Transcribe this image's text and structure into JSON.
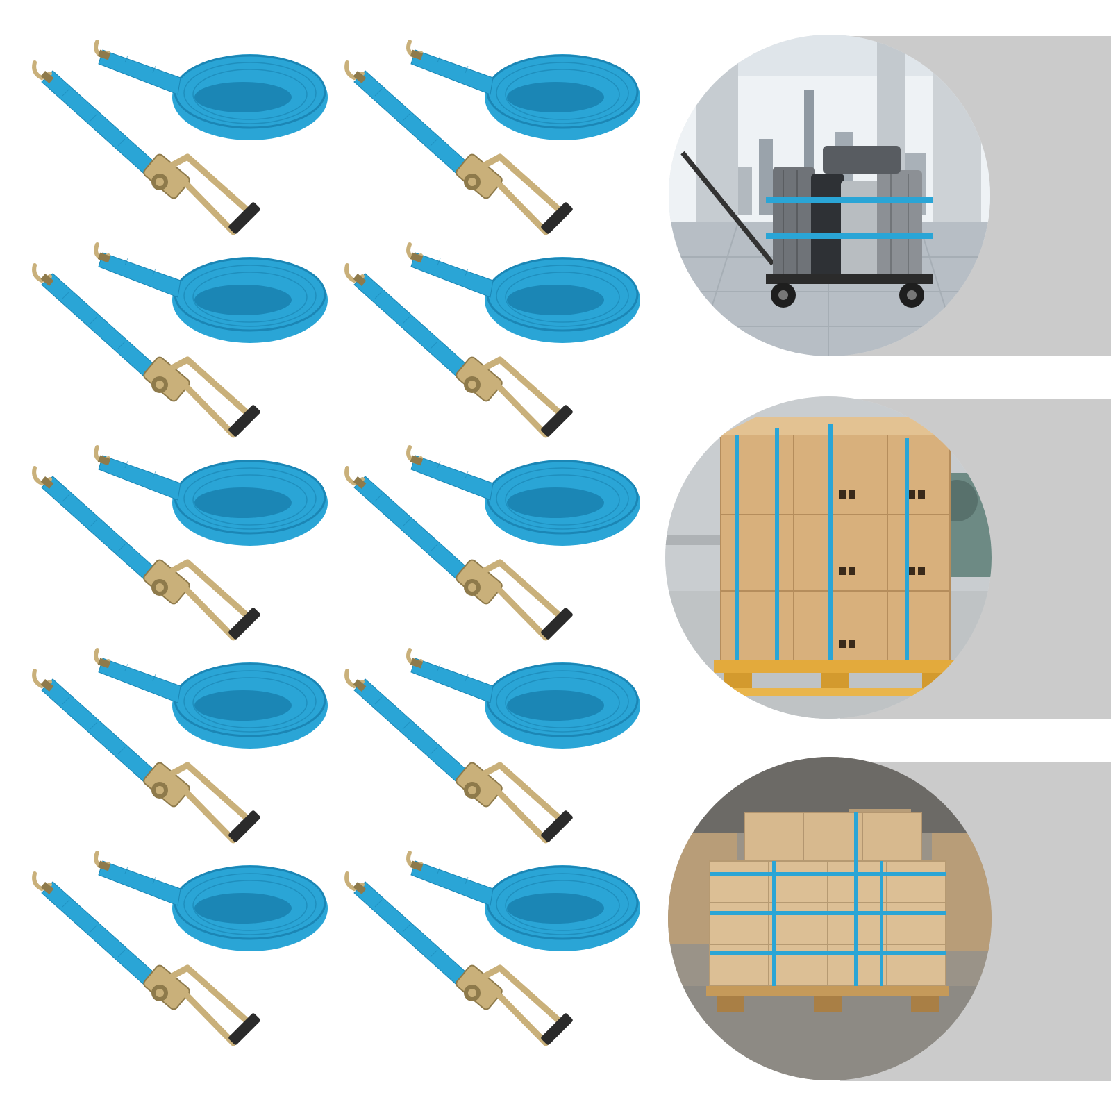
{
  "product": {
    "strap_color": "#2aa5d6",
    "strap_dark": "#1b86b5",
    "hardware_color": "#c9b07a",
    "hardware_dark": "#8e7a4b",
    "grip_color": "#2b2b2b",
    "strap_set_count": 10,
    "icons": [
      "ratchet-strap-icon",
      "j-hook-icon",
      "coiled-webbing-icon"
    ]
  },
  "scenes": [
    {
      "id": "luggage-cart",
      "icon": "luggage-cart-scene",
      "band_color": "#cbcbcb"
    },
    {
      "id": "pallet-boxes",
      "icon": "pallet-boxes-scene",
      "band_color": "#cbcbcb"
    },
    {
      "id": "warehouse-pallet",
      "icon": "warehouse-pallet-scene",
      "band_color": "#cbcbcb"
    }
  ]
}
